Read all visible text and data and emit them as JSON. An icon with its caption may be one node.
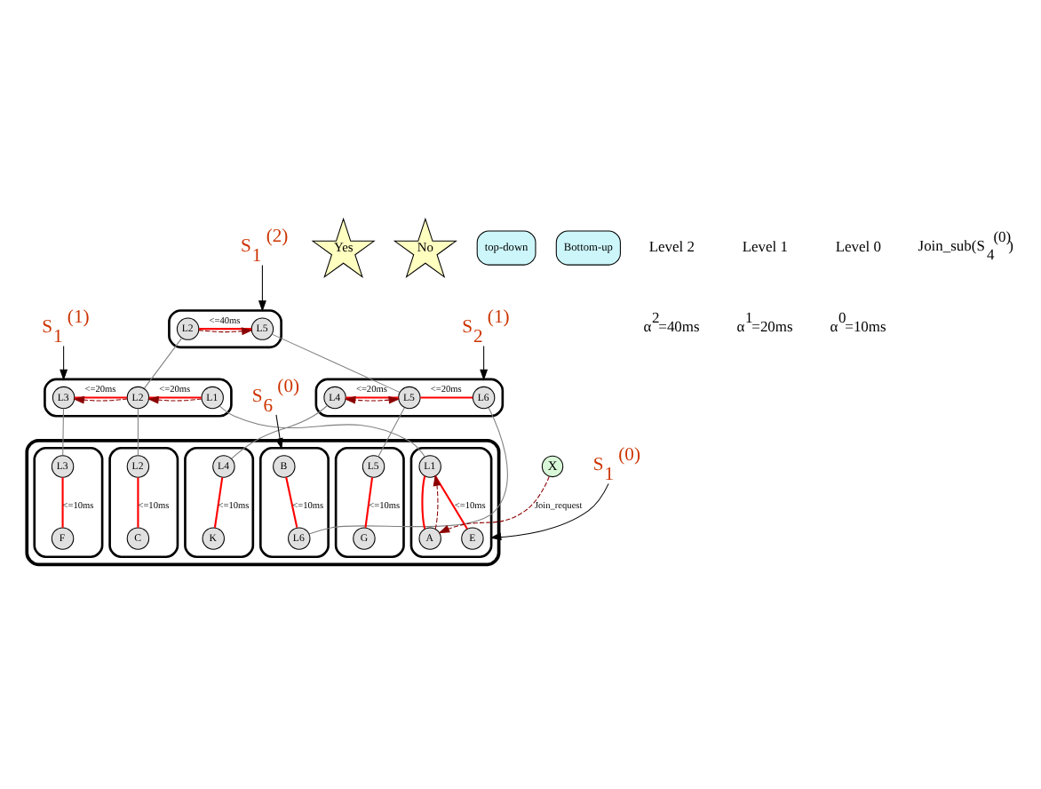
{
  "diagram": {
    "nodes": [
      {
        "text": [],
        "shape": "ellipse"
      },
      {
        "text": [
          "L5"
        ],
        "in": 0
      },
      {
        "text": [
          "L2"
        ],
        "in": 0
      },
      {
        "text": [],
        "shape": "ellipse"
      },
      {
        "text": [
          "L6"
        ],
        "in": 3
      },
      {
        "text": [
          "L5"
        ],
        "in": 3
      },
      {
        "text": [
          "L4"
        ],
        "in": 3
      },
      {
        "text": [],
        "shape": "ellipse"
      },
      {
        "text": [
          "L3"
        ],
        "in": 7
      },
      {
        "text": [
          "L2"
        ],
        "in": 7
      },
      {
        "text": [
          "L1"
        ],
        "in": 7
      },
      {
        "text": [],
        "shape": "cloud"
      },
      {
        "text": [],
        "shape": "ellipse",
        "in": 11
      },
      {
        "text": [
          "B"
        ],
        "in": 12
      },
      {
        "text": [
          "L6"
        ],
        "in": 12
      },
      {
        "text": [],
        "shape": "ellipse",
        "in": 11
      },
      {
        "text": [
          "L5"
        ],
        "in": 15
      },
      {
        "text": [
          "G"
        ],
        "in": 15
      },
      {
        "text": [],
        "shape": "ellipse",
        "in": 11
      },
      {
        "text": [
          "L4"
        ],
        "in": 18
      },
      {
        "text": [
          "K"
        ],
        "in": 18
      },
      {
        "text": [],
        "shape": "ellipse",
        "in": 11
      },
      {
        "text": [
          "L3"
        ],
        "in": 21
      },
      {
        "text": [
          "F"
        ],
        "in": 21
      },
      {
        "text": [],
        "shape": "ellipse",
        "in": 11
      },
      {
        "text": [
          "L2"
        ],
        "in": 24
      },
      {
        "text": [
          "C"
        ],
        "in": 24
      },
      {
        "text": [],
        "shape": "ellipse",
        "in": 11
      },
      {
        "text": [
          "E"
        ],
        "in": 27
      },
      {
        "text": [
          "L1"
        ],
        "in": 27
      },
      {
        "text": [
          "A"
        ],
        "in": 27
      },
      {
        "text": [
          "X"
        ]
      },
      {
        "text": [
          "S$_{1}$ $^{(2)}$"
        ]
      },
      {
        "text": [
          "S$_{2}$ $^{(1)}$"
        ]
      },
      {
        "text": [
          "S$_{1}$ $^{(1)}$"
        ]
      },
      {
        "text": [
          "S$_{6}$ $^{(0)}$"
        ]
      },
      {
        "text": [
          "S$_{1}$ $^{(0)}$"
        ]
      },
      {
        "text": [
          "Yes"
        ]
      },
      {
        "text": [
          "No"
        ]
      },
      {
        "text": [
          "top-down"
        ]
      },
      {
        "text": [
          "Bottom-up"
        ]
      }
    ],
    "edges": [
      {
        "from": 1,
        "to": 2,
        "arrow": "none",
        "label": "<=40ms",
        "color": "#ff0000"
      },
      {
        "from": 2,
        "to": 1,
        "arrow": "to",
        "style": "dashed",
        "color": "#8b0000"
      },
      {
        "from": 1,
        "to": 5,
        "arrow": "none",
        "color": "#808080"
      },
      {
        "from": 2,
        "to": 9,
        "arrow": "none",
        "color": "#808080"
      },
      {
        "from": 4,
        "to": 5,
        "arrow": "none",
        "label": "<=20ms",
        "color": "#ff0000"
      },
      {
        "from": 5,
        "to": 6,
        "arrow": "none",
        "label": "<=20ms",
        "color": "#ff0000"
      },
      {
        "from": 5,
        "to": 6,
        "arrow": "both",
        "style": "dashed",
        "color": "#8b0000"
      },
      {
        "from": 8,
        "to": 9,
        "arrow": "none",
        "label": "<=20ms",
        "color": "#ff0000"
      },
      {
        "from": 9,
        "to": 10,
        "arrow": "none",
        "label": "<=20ms",
        "color": "#ff0000"
      },
      {
        "from": 10,
        "to": 9,
        "arrow": "to",
        "style": "dashed",
        "color": "#8b0000"
      },
      {
        "from": 9,
        "to": 8,
        "arrow": "to",
        "style": "dashed",
        "color": "#8b0000"
      },
      {
        "from": 4,
        "to": 14,
        "arrow": "none",
        "color": "#808080"
      },
      {
        "from": 5,
        "to": 16,
        "arrow": "none",
        "color": "#808080"
      },
      {
        "from": 6,
        "to": 19,
        "arrow": "none",
        "color": "#808080"
      },
      {
        "from": 8,
        "to": 22,
        "arrow": "none",
        "color": "#808080"
      },
      {
        "from": 9,
        "to": 25,
        "arrow": "none",
        "color": "#808080"
      },
      {
        "from": 10,
        "to": 29,
        "arrow": "none",
        "color": "#808080"
      },
      {
        "from": 13,
        "to": 14,
        "arrow": "none",
        "label": "<=10ms",
        "color": "#ff0000"
      },
      {
        "from": 16,
        "to": 17,
        "arrow": "none",
        "label": "<=10ms",
        "color": "#ff0000"
      },
      {
        "from": 19,
        "to": 20,
        "arrow": "none",
        "label": "<=10ms",
        "color": "#ff0000"
      },
      {
        "from": 22,
        "to": 23,
        "arrow": "none",
        "label": "<=10ms",
        "color": "#ff0000"
      },
      {
        "from": 25,
        "to": 26,
        "arrow": "none",
        "label": "<=10ms",
        "color": "#ff0000"
      },
      {
        "from": 29,
        "to": 28,
        "arrow": "none",
        "label": "<=10ms",
        "color": "#ff0000"
      },
      {
        "from": 29,
        "to": 30,
        "arrow": "none",
        "color": "#ff0000"
      },
      {
        "from": 31,
        "to": 30,
        "arrow": "to",
        "style": "dashed",
        "label": "Join_request",
        "color": "#8b0000"
      },
      {
        "from": 30,
        "to": 29,
        "arrow": "to",
        "style": "dashed",
        "color": "#8b0000"
      },
      {
        "from": 32,
        "to": 0,
        "arrow": "to",
        "color": "#000000"
      },
      {
        "from": 33,
        "to": 3,
        "arrow": "to",
        "color": "#000000"
      },
      {
        "from": 34,
        "to": 7,
        "arrow": "to",
        "color": "#000000"
      },
      {
        "from": 35,
        "to": 12,
        "arrow": "to",
        "color": "#000000"
      },
      {
        "from": 36,
        "to": 27,
        "arrow": "to",
        "color": "#000000"
      }
    ],
    "labels": [
      "Level 2",
      "α$^{2}$=40ms",
      "Level 1",
      "α$^{1}$=20ms",
      "Level 0",
      "α$^{0}$=10ms",
      "Join_sub(S$_{4}$$^{(0)}$)"
    ]
  }
}
